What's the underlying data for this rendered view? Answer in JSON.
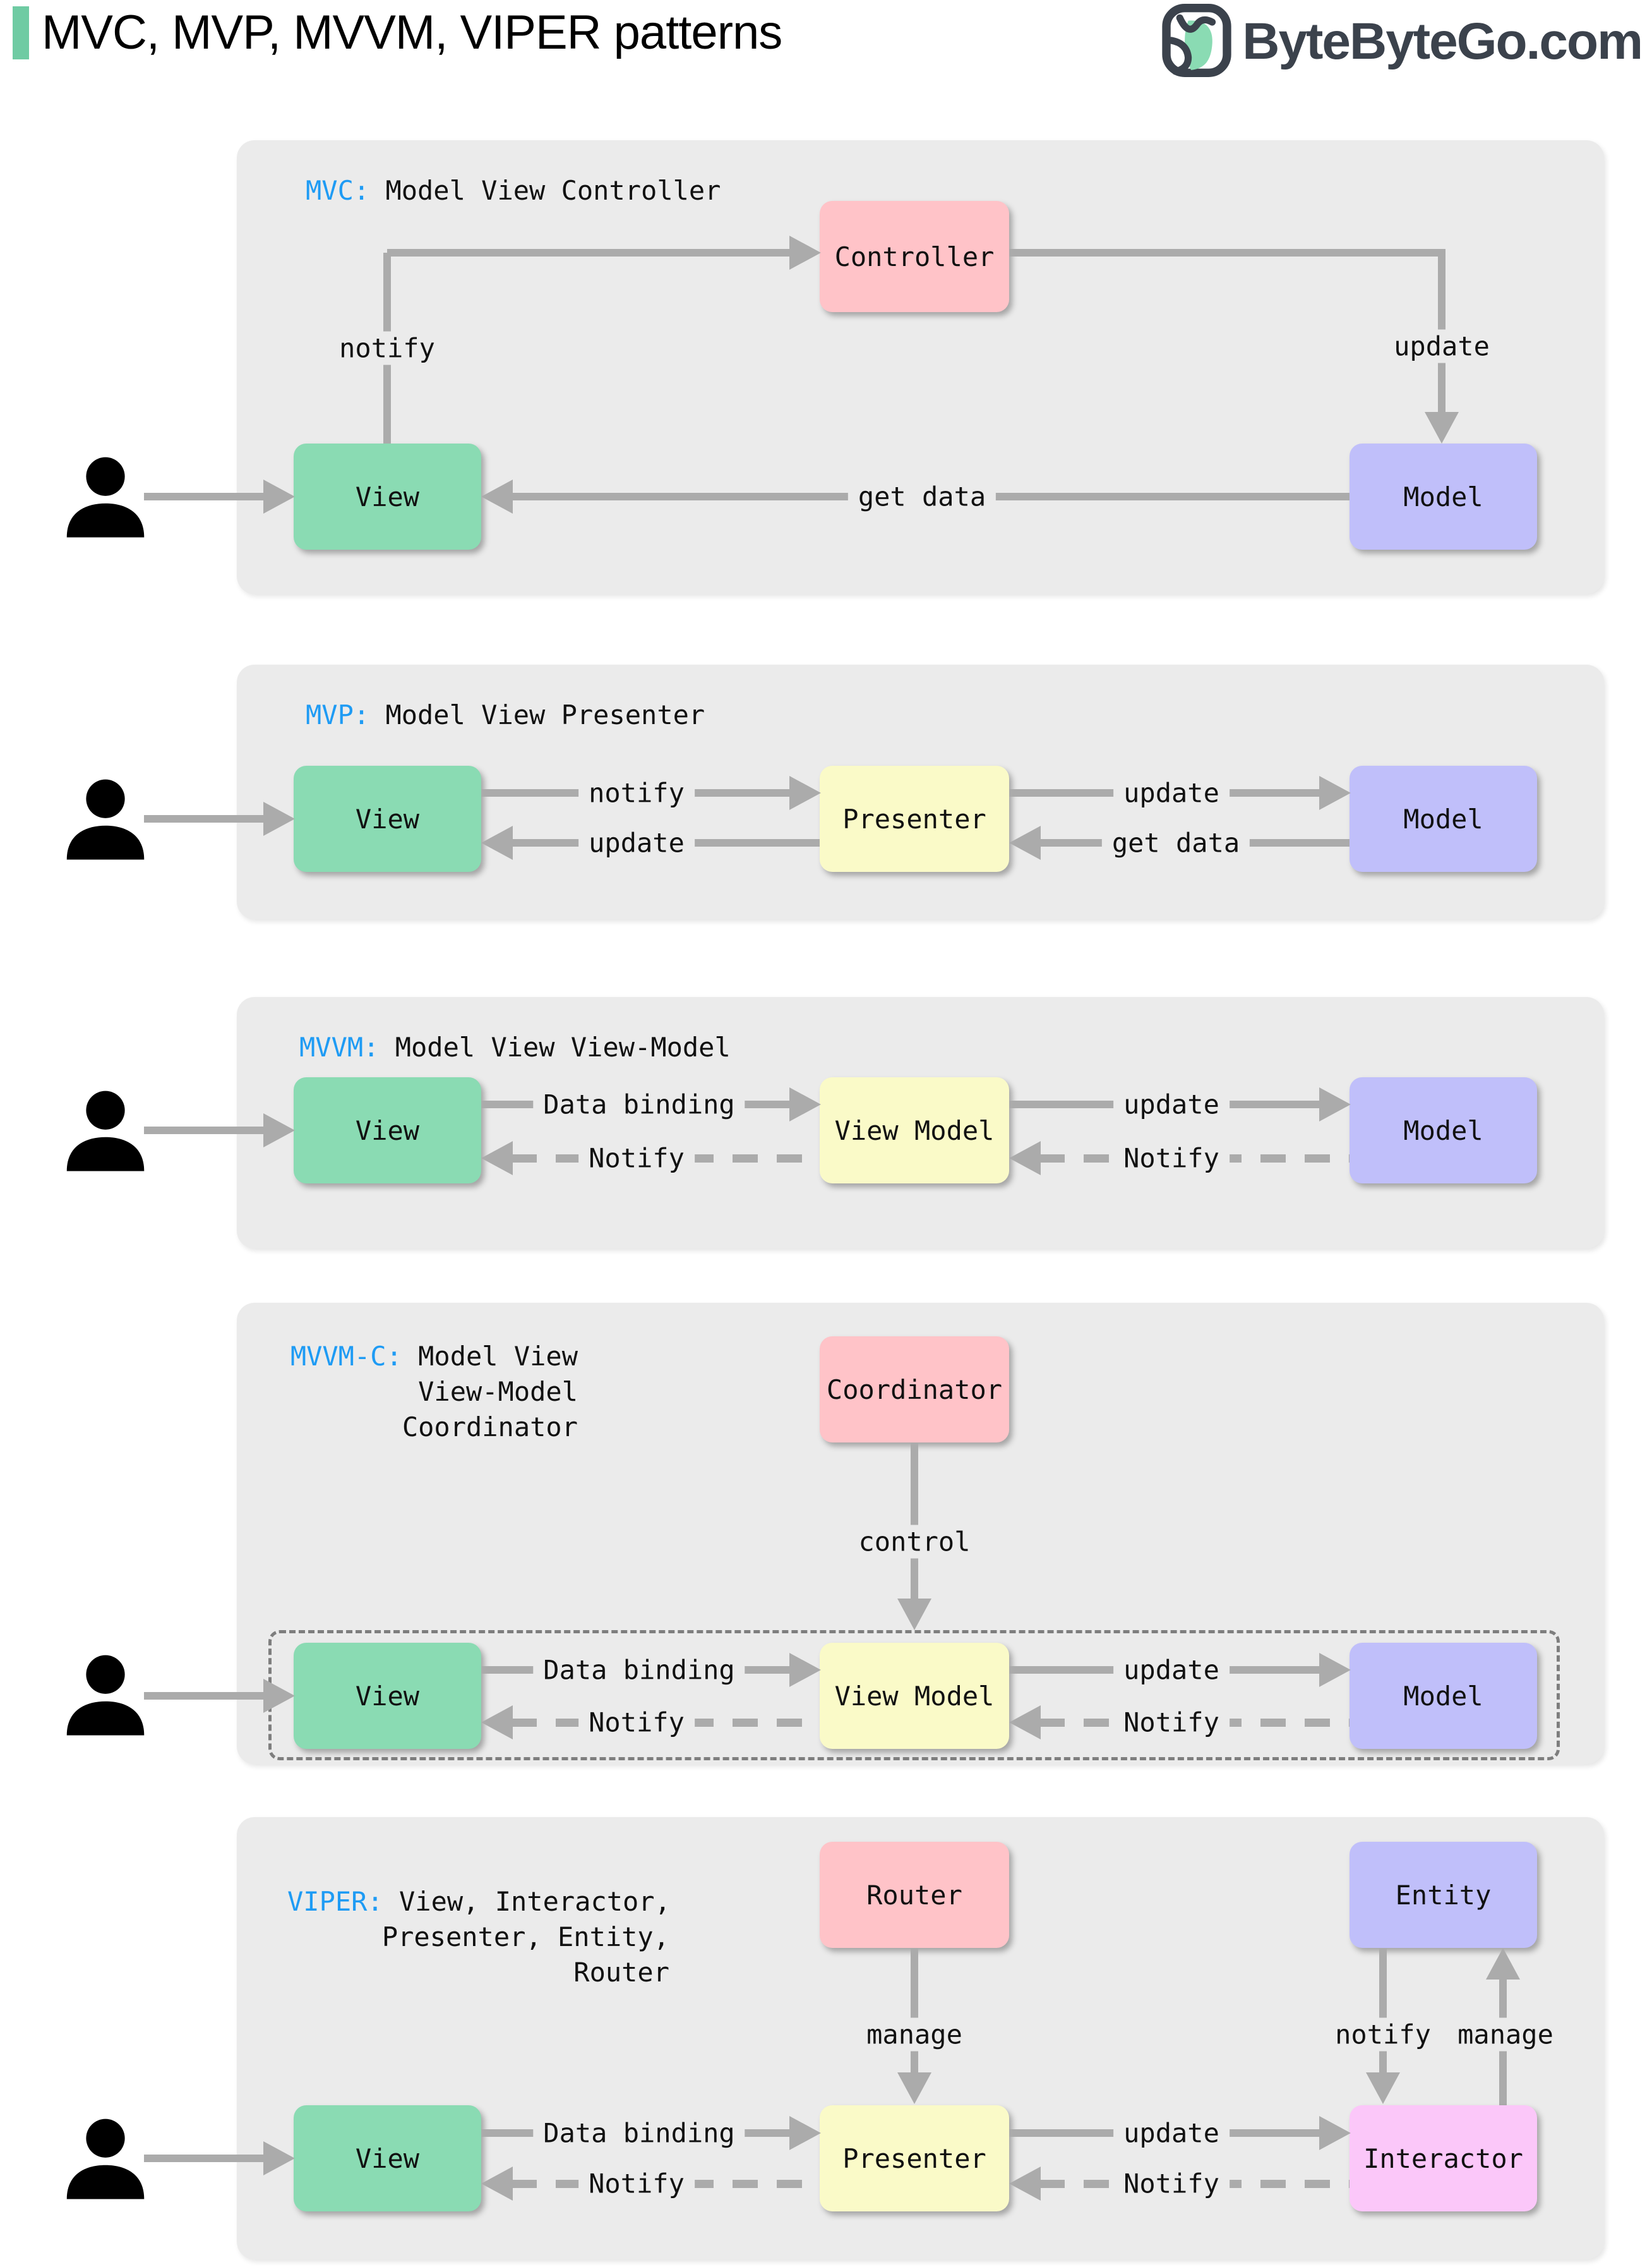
{
  "header": {
    "title": "MVC, MVP, MVVM, VIPER patterns",
    "brand": "ByteByteGo.com"
  },
  "colors": {
    "accent_bar": "#6FCBA3",
    "panel_bg": "#EBEBEB",
    "arrow_gray": "#ABABAB",
    "tag_blue": "#1E9BF4",
    "brand_dark": "#3B424C",
    "node_green": "#8ADBB3",
    "node_pink": "#FFC3C8",
    "node_purple": "#C0BFFA",
    "node_yellow": "#FAFAC8",
    "node_magenta": "#FBC7F9"
  },
  "panels": [
    {
      "tag": "MVC:",
      "name": "Model View Controller",
      "nodes": {
        "view": "View",
        "controller": "Controller",
        "model": "Model"
      },
      "edges": {
        "notify": "notify",
        "update": "update",
        "get_data": "get data"
      }
    },
    {
      "tag": "MVP:",
      "name": "Model View Presenter",
      "nodes": {
        "view": "View",
        "presenter": "Presenter",
        "model": "Model"
      },
      "edges": {
        "notify": "notify",
        "update_model": "update",
        "update_view": "update",
        "get_data": "get data"
      }
    },
    {
      "tag": "MVVM:",
      "name": "Model View View-Model",
      "nodes": {
        "view": "View",
        "view_model": "View Model",
        "model": "Model"
      },
      "edges": {
        "data_binding": "Data binding",
        "notify_view": "Notify",
        "update": "update",
        "notify_vm": "Notify"
      }
    },
    {
      "tag": "MVVM-C:",
      "name_lines": [
        "Model View",
        "View-Model",
        "Coordinator"
      ],
      "nodes": {
        "view": "View",
        "view_model": "View Model",
        "model": "Model",
        "coordinator": "Coordinator"
      },
      "edges": {
        "control": "control",
        "data_binding": "Data binding",
        "notify_view": "Notify",
        "update": "update",
        "notify_vm": "Notify"
      }
    },
    {
      "tag": "VIPER:",
      "name_lines": [
        "View, Interactor,",
        "Presenter, Entity,",
        "Router"
      ],
      "nodes": {
        "view": "View",
        "presenter": "Presenter",
        "interactor": "Interactor",
        "router": "Router",
        "entity": "Entity"
      },
      "edges": {
        "manage_router": "manage",
        "notify_entity": "notify",
        "manage_entity": "manage",
        "data_binding": "Data binding",
        "notify_view": "Notify",
        "update": "update",
        "notify_presenter": "Notify"
      }
    }
  ]
}
